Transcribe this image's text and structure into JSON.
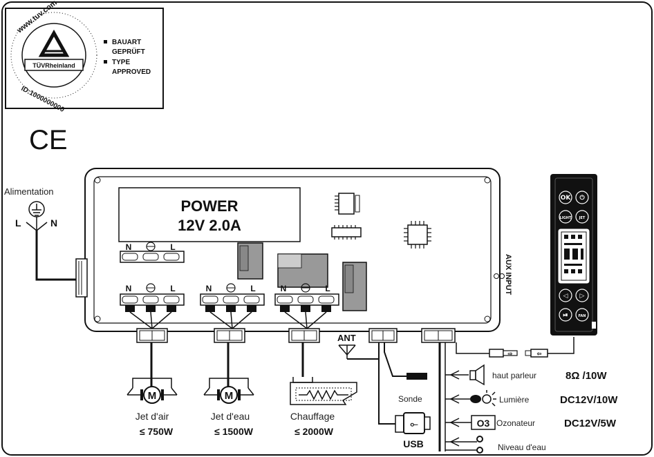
{
  "certification": {
    "ring_text": "www.tuv.com",
    "brand": "TÜVRheinland",
    "id": "ID:1000000000",
    "line1": "BAUART",
    "line2": "GEPRÜFT",
    "line3": "TYPE",
    "line4": "APPROVED"
  },
  "ce_mark": "CE",
  "power_supply": {
    "title": "Alimentation",
    "live": "L",
    "neutral": "N"
  },
  "control_box": {
    "power_line1": "POWER",
    "power_line2": "12V 2.0A",
    "aux_label": "AUX INPUT",
    "ant_label": "ANT",
    "usb_label": "USB",
    "terminal_N": "N",
    "terminal_L": "L"
  },
  "outputs": [
    {
      "name": "Jet d'air",
      "rating": "≤ 750W",
      "symbol": "M"
    },
    {
      "name": "Jet d'eau",
      "rating": "≤ 1500W",
      "symbol": "M"
    },
    {
      "name": "Chauffage",
      "rating": "≤ 2000W"
    }
  ],
  "peripherals": {
    "speaker": "haut parleur",
    "speaker_spec": "8Ω /10W",
    "sensor": "Sonde",
    "light": "Lumière",
    "light_spec": "DC12V/10W",
    "ozone_symbol": "O3",
    "ozone": "Ozonateur",
    "ozone_spec": "DC12V/5W",
    "level": "Niveau d'eau"
  },
  "keypad": {
    "buttons": [
      "ok",
      "power",
      "light",
      "jet",
      "left",
      "right",
      "play",
      "fan"
    ]
  }
}
